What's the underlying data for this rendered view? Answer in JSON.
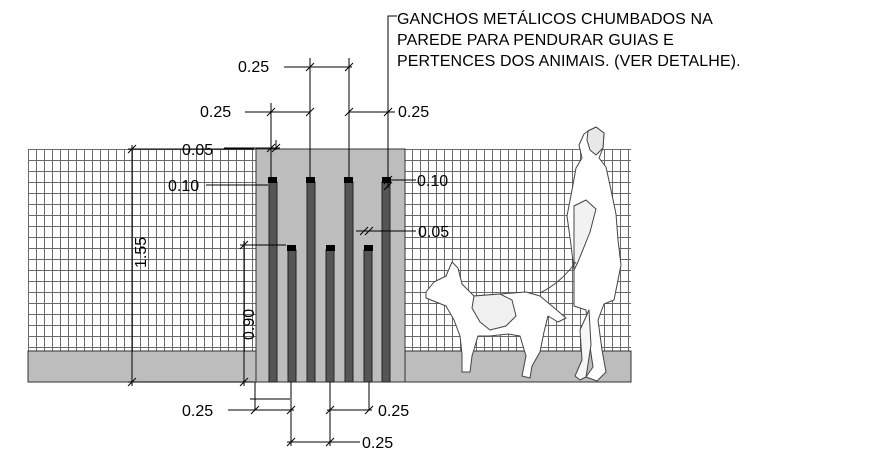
{
  "note": {
    "lines": [
      "GANCHOS METÁLICOS CHUMBADOS NA",
      "PAREDE  PARA PENDURAR GUIAS E",
      "PERTENCES DOS ANIMAIS. (VER DETALHE)."
    ]
  },
  "dimensions": {
    "top_spacing": "0.25",
    "left_spacing": "0.25",
    "right_spacing": "0.25",
    "hook_width": "0.05",
    "hook_height_left": "0.10",
    "hook_height_right": "0.10",
    "hook_width_right": "0.05",
    "wall_height": "1.55",
    "low_hook_height": "0.90",
    "bottom_left_spacing": "0.25",
    "bottom_right_spacing": "0.25",
    "bottom_spacing": "0.25"
  },
  "colors": {
    "wall": "#bdbdbd",
    "grid": "#6a6a6a",
    "post": "#555555",
    "hook": "#000000",
    "ground": "#bdbdbd"
  }
}
